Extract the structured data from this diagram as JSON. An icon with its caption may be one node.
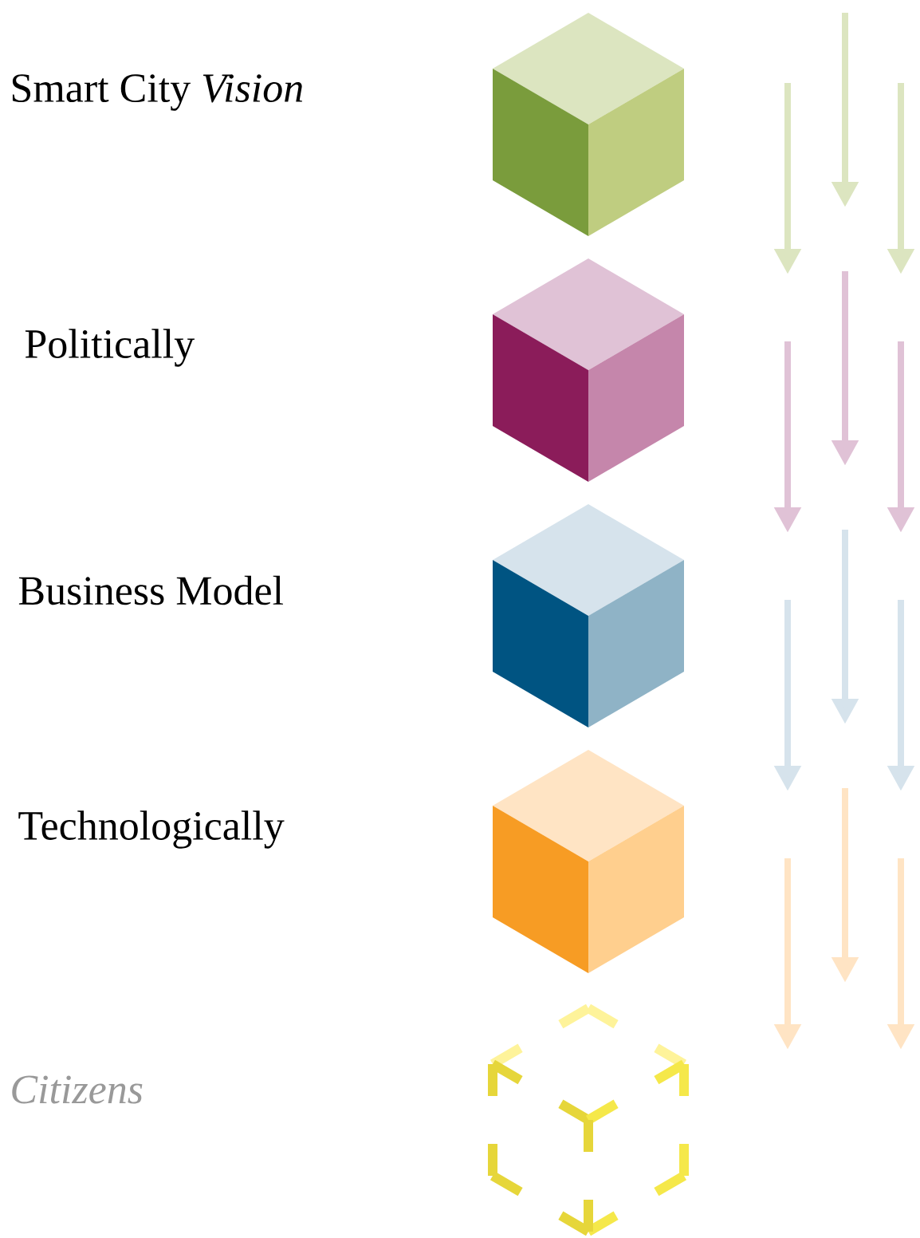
{
  "diagram": {
    "labels": [
      "Smart City *Vision*",
      "Politically",
      "Business Model",
      "Technologically",
      "Citizens"
    ]
  }
}
